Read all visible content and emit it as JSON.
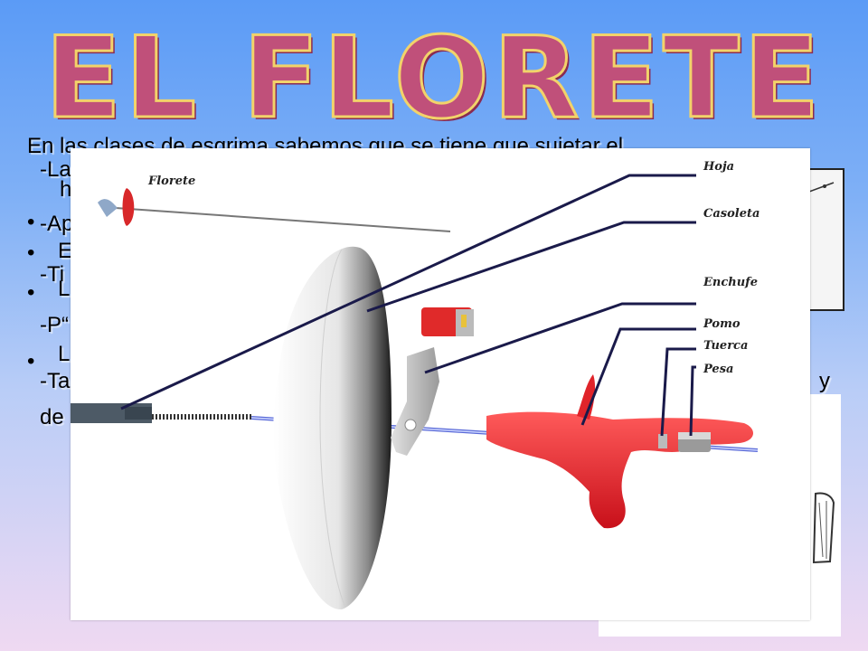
{
  "title": "EL FLORETE",
  "background_text": {
    "line1": "En las clases de esgrima sabemos que se tiene que sujetar el",
    "line2": "-La",
    "line3": "h",
    "line4": "-Ap",
    "line5": "E",
    "line6": "-Ti",
    "line7": "L",
    "line8": "-P“",
    "line9": "L",
    "line10": "-Ta",
    "line11": "y",
    "line12": "de"
  },
  "figure": {
    "inset_label": "Florete",
    "labels": [
      "Hoja",
      "Casoleta",
      "Enchufe",
      "Pomo",
      "Tuerca",
      "Pesa"
    ]
  },
  "colors": {
    "title_fill": "#c0507a",
    "title_outline": "#f2d36a",
    "grip": "#e8242a"
  }
}
